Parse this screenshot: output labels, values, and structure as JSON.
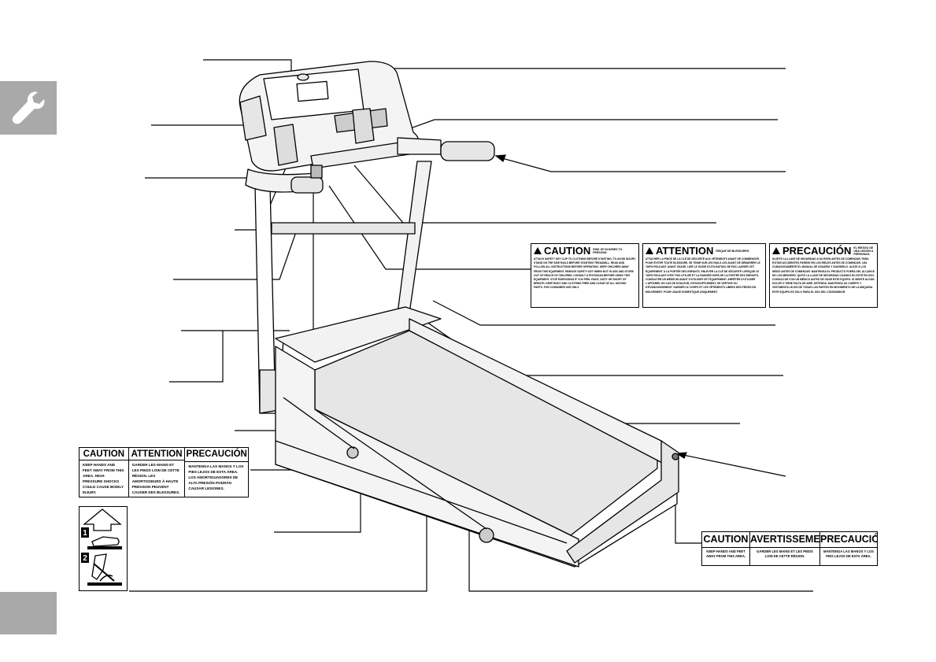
{
  "tabs": {
    "top_icon": "wrench-icon",
    "bottom_color": "#a9a9a9",
    "tab_color": "#a9a9a9"
  },
  "warning_labels": {
    "caution": {
      "title": "CAUTION",
      "risk": "RISK OF INJURIES TO PERSONS:",
      "text": "Attach safety key clip to clothing before starting; to avoid injury, stand on the side rails before starting treadmill. Read and follow all instructions before operating. Keep children away from this equipment. Remove safety key when not in use and store out of reach of children. Consult a physician before using this equipment. Stop exercising if you feel faint, dizzy or short of breath. Keep body and clothing free and clear of all moving parts. For consumer use only."
    },
    "attention": {
      "title": "ATTENTION",
      "risk": "RISQUE DE BLESSURES:",
      "text": "Attacher la pince de la clé de sécurité aux vêtements avant de commencer. Pour éviter toute blessure, se tenir sur les rails les avant de démarrer le tapis roulant. Avant usage, lire le guide d'utilisation. Ne pas laisser cet équipement à la portée des enfants. Enlever la clé de sécurité lorsque le tapis roulant n'est pas utilisé et la ranger hors de la portée des enfants. Consulter un médecin avant d'utiliser cet équipement. Arrêter d'utiliser l'appareil en cas de douleur, d'essoufflement, de vertige ou d'évanouissement. Garder le corps et les vêtements libres des pièces en mouvement. Pour usage domestique uniquement."
    },
    "precaucion": {
      "title": "PRECAUCIÓN",
      "risk": "EL RIESGO DE UNA LESIÓN A PERSONAS:",
      "text": "Sujete la llave de seguridad a su ropa antes de comenzar. Para evitar accidentes párese en los rieles antes de comenzar. Lea cuidadosamente el manual de usuario y guárdelo. Aleje a los niños antes de comenzar. Mantenga el producto fuera del alcance de los menores. Quite la llave de seguridad cuando no esté en uso. Consultar con un médico antes de usar este equipo. Si siente algún dolor o tiene falta de aire, detenga. Mantenga su cuerpo y vestimenta lejos de todas las partes en movimiento de la máquina. Este equipo es solo para el uso del consumidor."
    }
  },
  "caution_table_left": {
    "headers": [
      "CAUTION",
      "ATTENTION",
      "PRECAUCIÓN"
    ],
    "cells": [
      "Keep hands and feet away from this area. High-pressure shocks could cause bodily injury.",
      "Garder les mains et les pieds loin de cette région. Les amortisseurs à haute pression peuvent causer des blessures.",
      "Mantenga las manos y los pies lejos de esta área. Los amortiguadores de alta presión podrán causar lesiones."
    ]
  },
  "caution_table_right": {
    "headers": [
      "CAUTION",
      "AVERTISSEMENT",
      "PRECAUCIÓN"
    ],
    "cells": [
      "Keep hands and feet away from this area.",
      "Garder les mains et les pieds loin de cette région.",
      "Mantenga las manos y los pies lejos de esta área."
    ]
  },
  "pedal_label": {
    "step1": "1",
    "step2": "2",
    "icons": [
      "arrow-up-icon",
      "foot-pressing-icon",
      "foot-lift-icon"
    ]
  },
  "colors": {
    "line": "#000000",
    "machine_fill": "#ffffff",
    "shade": "#e6e6e6",
    "dark": "#777777"
  }
}
